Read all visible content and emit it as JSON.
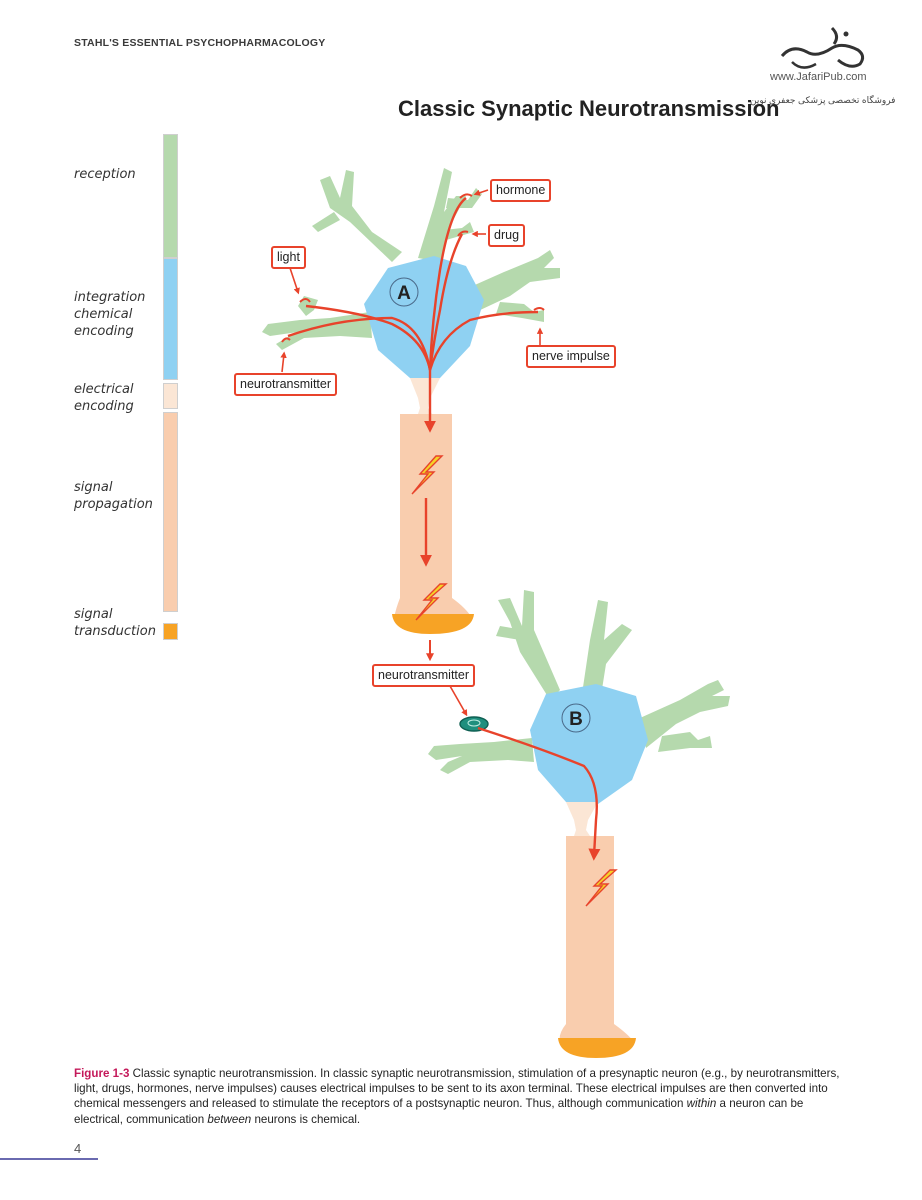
{
  "running_head": "STAHL'S ESSENTIAL PSYCHOPHARMACOLOGY",
  "publisher": {
    "url": "www.JafariPub.com",
    "tagline": "فروشگاه تخصصی پزشکی جعفری نوین"
  },
  "figure_title": "Classic Synaptic Neurotransmission",
  "stages": [
    {
      "label": "reception",
      "color": "#b5d9ad"
    },
    {
      "label": "integration\nchemical\nencoding",
      "color": "#8fd1f2"
    },
    {
      "label": "electrical\nencoding",
      "color": "#fbe6d5"
    },
    {
      "label": "signal\npropagation",
      "color": "#f9cdae"
    },
    {
      "label": "signal\ntransduction",
      "color": "#f7a325"
    }
  ],
  "neurons": [
    {
      "id": "A",
      "label": "A"
    },
    {
      "id": "B",
      "label": "B"
    }
  ],
  "callouts": {
    "hormone": "hormone",
    "drug": "drug",
    "light": "light",
    "nerve_impulse": "nerve impulse",
    "neurotransmitter_input": "neurotransmitter",
    "neurotransmitter_release": "neurotransmitter"
  },
  "colors": {
    "dendrite_green": "#b5d9ad",
    "soma_blue": "#8fd1f2",
    "axon_peach": "#f9cdae",
    "terminal_orange": "#f7a325",
    "arrow_red": "#e8432b",
    "bolt_yellow": "#f5d327",
    "receptor_teal": "#1f8f7e"
  },
  "caption": {
    "label": "Figure 1-3",
    "part1": "  Classic synaptic neurotransmission.  In classic synaptic neurotransmission, stimulation of a presynaptic neuron (e.g., by neurotransmitters, light, drugs, hormones, nerve impulses) causes electrical impulses to be sent to its axon terminal. These electrical impulses are then converted into chemical messengers and released to stimulate the receptors of a postsynaptic neuron. Thus, although communication ",
    "em1": "within",
    "part2": " a neuron can be electrical, communication ",
    "em2": "between",
    "part3": " neurons is chemical."
  },
  "page_number": "4"
}
